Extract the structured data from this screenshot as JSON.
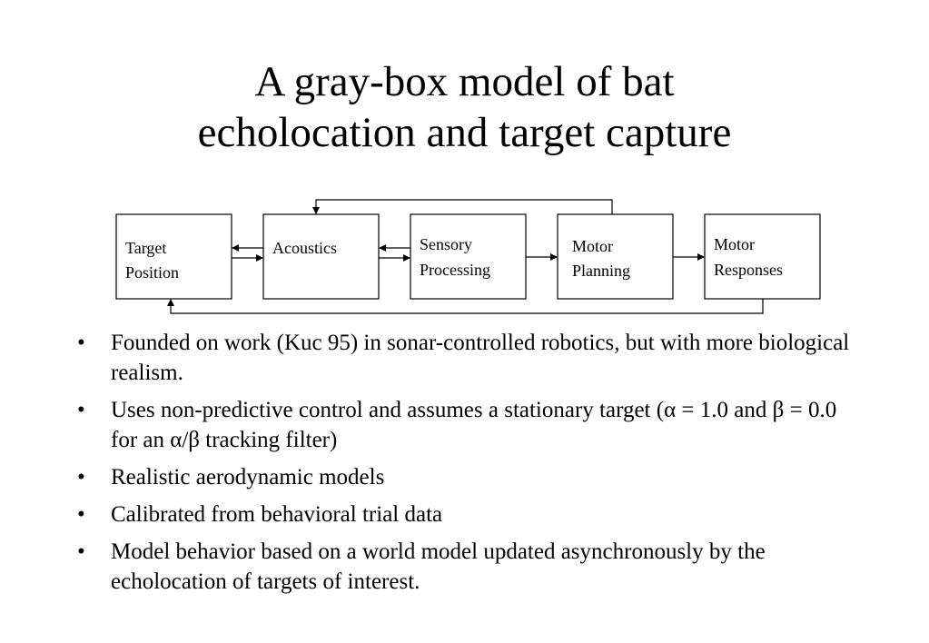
{
  "slide": {
    "title_line1": "A gray-box model of bat",
    "title_line2": "echolocation and target capture"
  },
  "diagram": {
    "boxes": [
      {
        "line1": "Target",
        "line2": "Position"
      },
      {
        "line1": "Acoustics",
        "line2": ""
      },
      {
        "line1": "Sensory",
        "line2": "Processing"
      },
      {
        "line1": "Motor",
        "line2": "Planning"
      },
      {
        "line1": "Motor",
        "line2": "Responses"
      }
    ]
  },
  "bullets": [
    {
      "marker": "•",
      "text": "Founded on work (Kuc 95) in sonar-controlled robotics, but with more biological realism."
    },
    {
      "marker": "•",
      "text": "Uses non-predictive control and assumes a stationary target (α = 1.0 and β = 0.0 for an α/β tracking filter)"
    },
    {
      "marker": "•",
      "text": "Realistic aerodynamic models"
    },
    {
      "marker": "•",
      "text": "Calibrated from behavioral trial data"
    },
    {
      "marker": "•",
      "text": "Model behavior based on a world model updated asynchronously by the echolocation of targets of interest."
    }
  ]
}
